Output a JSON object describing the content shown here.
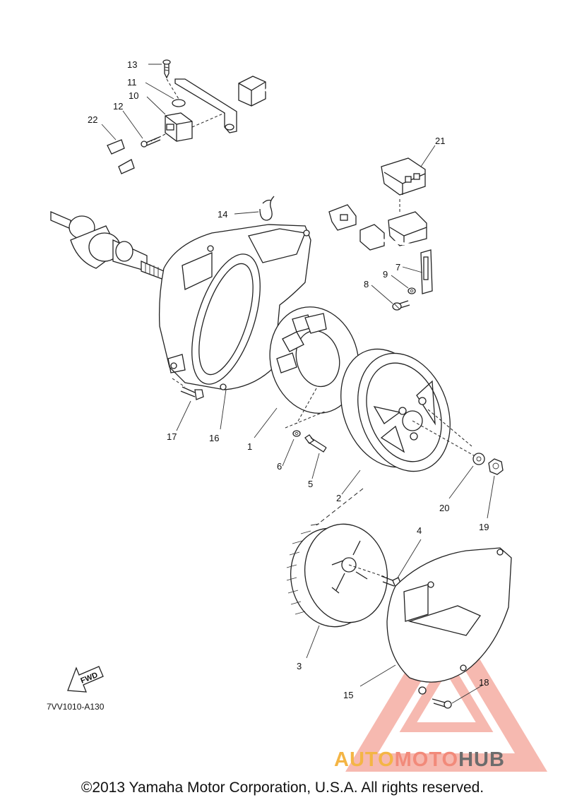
{
  "diagram": {
    "callouts": {
      "n1": "1",
      "n2": "2",
      "n3": "3",
      "n4": "4",
      "n5": "5",
      "n6": "6",
      "n7": "7",
      "n8": "8",
      "n9": "9",
      "n10": "10",
      "n11": "11",
      "n12": "12",
      "n13": "13",
      "n14": "14",
      "n15": "15",
      "n16": "16",
      "n17": "17",
      "n18": "18",
      "n19": "19",
      "n20": "20",
      "n21": "21",
      "n22": "22"
    },
    "fwd_label": "FWD",
    "diagram_code": "7VV1010-A130"
  },
  "watermark": {
    "brand_part1": "AUTO",
    "brand_part2": "MOTO",
    "brand_part3": "HUB",
    "colors": {
      "auto": "#f4b545",
      "moto": "#f28a7a",
      "hub": "#6c6c6c",
      "triangle": "#f08070"
    }
  },
  "footer": {
    "copyright": "©2013 Yamaha Motor Corporation, U.S.A. All rights reserved."
  }
}
